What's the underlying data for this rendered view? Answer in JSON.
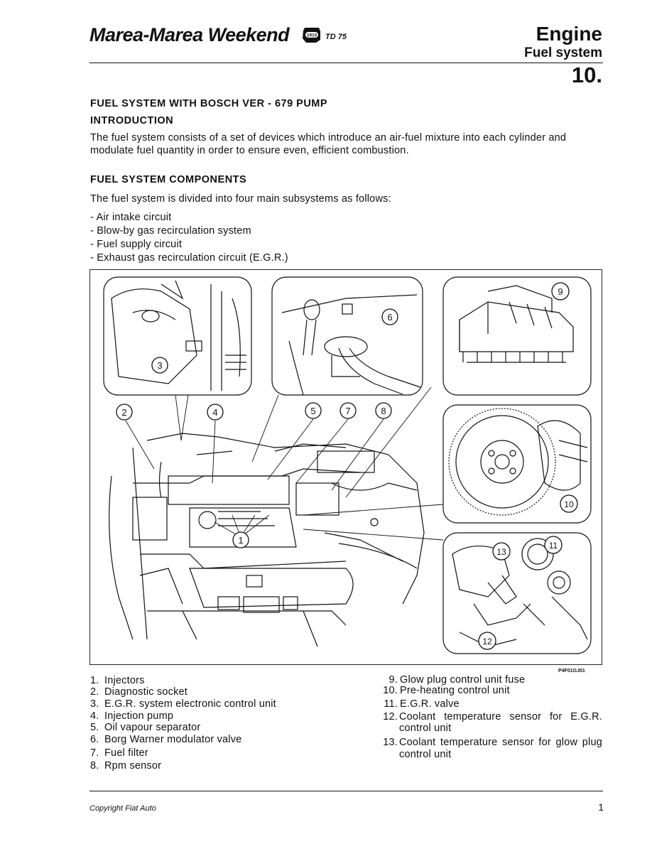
{
  "header": {
    "title": "Marea-Marea Weekend",
    "logo_text": "1910",
    "engine_code": "TD 75",
    "section": "Engine",
    "subsection": "Fuel system",
    "number": "10."
  },
  "body": {
    "heading_main": "FUEL SYSTEM WITH BOSCH VER - 679 PUMP",
    "heading_intro": "INTRODUCTION",
    "intro_text": "The fuel system consists of a set of devices which introduce an air-fuel mixture into each cylinder and modulate fuel quantity in order to ensure even, efficient combustion.",
    "heading_components": "FUEL SYSTEM COMPONENTS",
    "components_text": "The fuel system is divided into four main subsystems as follows:",
    "subsystems": [
      "-  Air intake circuit",
      "-  Blow-by gas recirculation system",
      "-  Fuel supply circuit",
      "-  Exhaust gas recirculation circuit (E.G.R.)"
    ]
  },
  "figure": {
    "ref_code": "P4F01GJ01",
    "callouts": [
      "1",
      "2",
      "3",
      "4",
      "5",
      "6",
      "7",
      "8",
      "9",
      "10",
      "11",
      "12",
      "13"
    ]
  },
  "legend": {
    "left": [
      {
        "num": "1.",
        "text": "Injectors"
      },
      {
        "num": "2.",
        "text": "Diagnostic socket"
      },
      {
        "num": "3.",
        "text": "E.G.R. system electronic control unit"
      },
      {
        "num": "4.",
        "text": "Injection pump"
      },
      {
        "num": "5.",
        "text": "Oil vapour separator"
      },
      {
        "num": "6.",
        "text": "Borg Warner modulator valve"
      },
      {
        "num": "7.",
        "text": "Fuel filter"
      },
      {
        "num": "8.",
        "text": "Rpm sensor"
      }
    ],
    "right": [
      {
        "num": "9.",
        "text": "Glow plug control unit fuse"
      },
      {
        "num": "10.",
        "text": "Pre-heating control unit"
      },
      {
        "num": "11.",
        "text": "E.G.R. valve"
      },
      {
        "num": "12.",
        "text": "Coolant temperature sensor for E.G.R. control unit"
      },
      {
        "num": "13.",
        "text": "Coolant temperature sensor for glow plug control unit"
      }
    ]
  },
  "footer": {
    "copyright": "Copyright Fiat Auto",
    "page": "1"
  }
}
